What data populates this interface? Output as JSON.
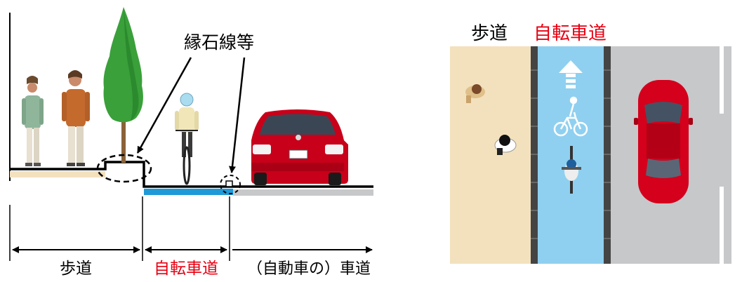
{
  "cross_section": {
    "curb_label": "縁石線等",
    "dim_sidewalk": "歩道",
    "dim_bikelane": "自転車道",
    "dim_roadway": "（自動車の）車道"
  },
  "plan_view": {
    "header_sidewalk": "歩道",
    "header_bikelane": "自転車道"
  },
  "colors": {
    "bikelane_accent": "#e60012",
    "bikelane_blue": "#8fd0f0",
    "sidewalk_beige": "#f3e1be",
    "roadway_gray": "#c6c8ca",
    "car_red": "#d4001c"
  }
}
